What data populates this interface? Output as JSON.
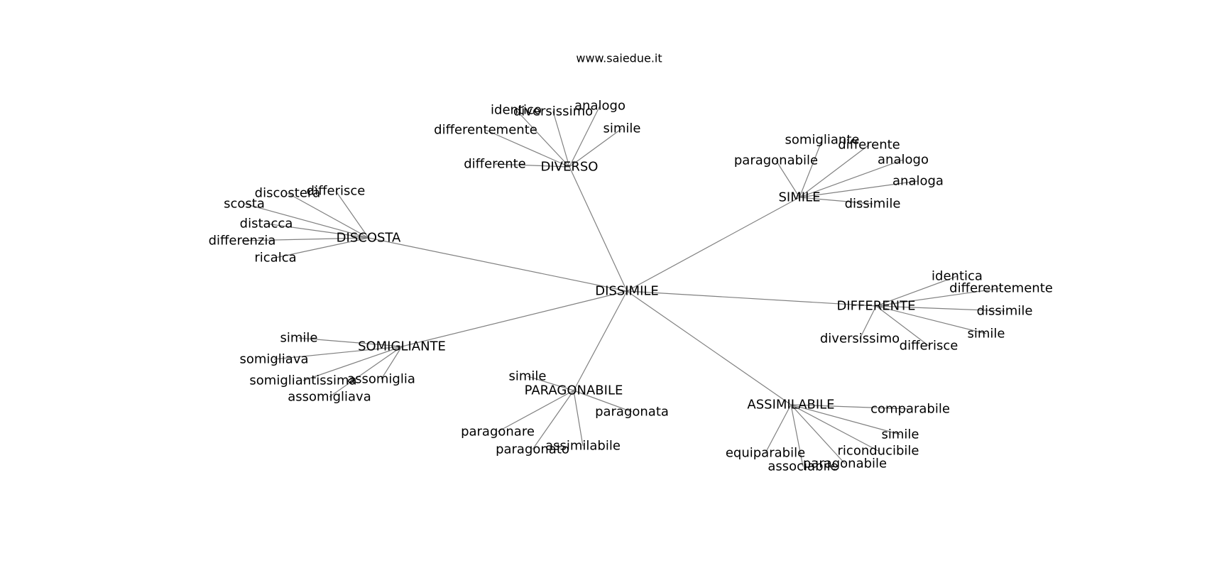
{
  "watermark": "www.saiedue.it",
  "graph": {
    "center": "DISSIMILE",
    "groups": [
      {
        "hub": "DIVERSO",
        "leaves": [
          "identico",
          "diversissimo",
          "analogo",
          "simile",
          "differentemente",
          "differente"
        ]
      },
      {
        "hub": "SIMILE",
        "leaves": [
          "somigliante",
          "differente",
          "paragonabile",
          "analogo",
          "analoga",
          "dissimile"
        ]
      },
      {
        "hub": "DISCOSTA",
        "leaves": [
          "discosterà",
          "differisce",
          "scosta",
          "distacca",
          "differenzia",
          "ricalca"
        ]
      },
      {
        "hub": "DIFFERENTE",
        "leaves": [
          "identica",
          "differentemente",
          "dissimile",
          "simile",
          "diversissimo",
          "differisce"
        ]
      },
      {
        "hub": "SOMIGLIANTE",
        "leaves": [
          "simile",
          "somigliava",
          "somigliantissima",
          "assomiglia",
          "assomigliava"
        ]
      },
      {
        "hub": "PARAGONABILE",
        "leaves": [
          "simile",
          "paragonata",
          "paragonare",
          "assimilabile",
          "paragonato"
        ]
      },
      {
        "hub": "ASSIMILABILE",
        "leaves": [
          "comparabile",
          "simile",
          "riconducibile",
          "equiparabile",
          "paragonabile",
          "associabile"
        ]
      }
    ]
  }
}
